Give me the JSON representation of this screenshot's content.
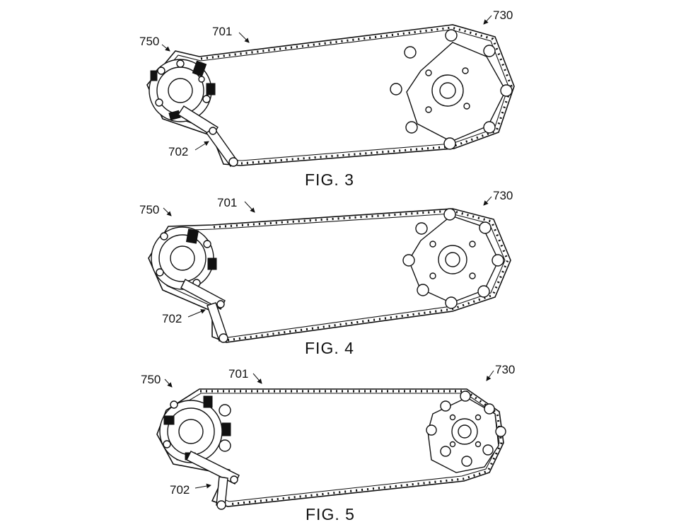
{
  "figures": [
    {
      "id": "fig3",
      "caption": "FIG. 3",
      "refs": {
        "chain": "701",
        "tensioner": "702",
        "rear": "730",
        "front": "750"
      }
    },
    {
      "id": "fig4",
      "caption": "FIG. 4",
      "refs": {
        "chain": "701",
        "tensioner": "702",
        "rear": "730",
        "front": "750"
      }
    },
    {
      "id": "fig5",
      "caption": "FIG. 5",
      "refs": {
        "chain": "701",
        "tensioner": "702",
        "rear": "730",
        "front": "750"
      }
    }
  ],
  "colors": {
    "ink": "#111111",
    "paper": "#ffffff"
  }
}
